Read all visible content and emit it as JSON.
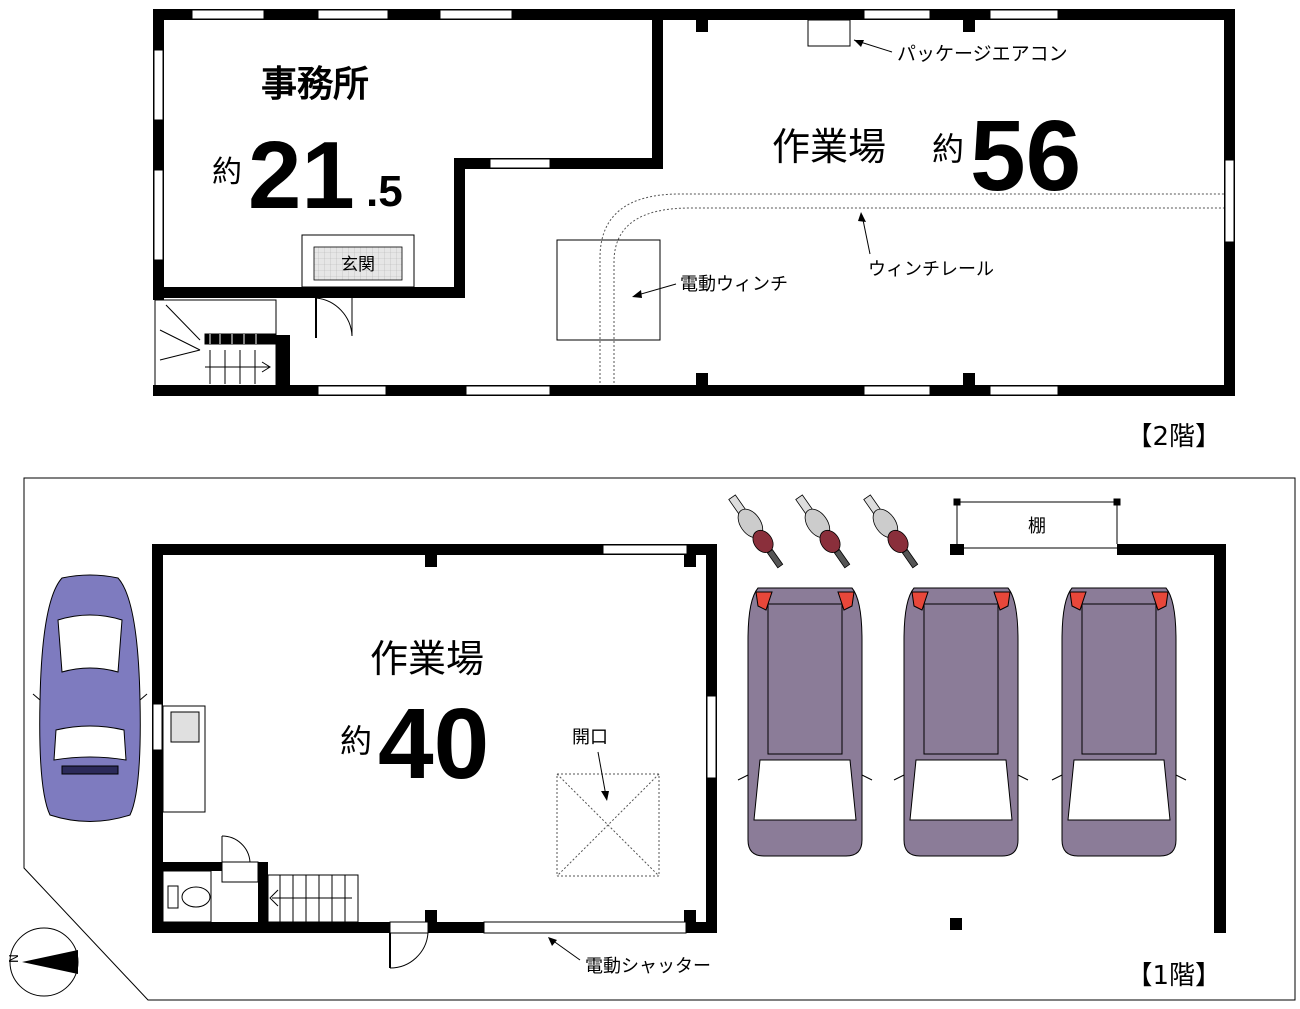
{
  "floor2": {
    "label": "【2階】",
    "office": {
      "name": "事務所",
      "prefix": "約",
      "area_int": "21",
      "area_dec": ".5"
    },
    "workshop": {
      "name": "作業場",
      "prefix": "約",
      "area": "56"
    },
    "entrance": "玄関",
    "aircon_label": "パッケージエアコン",
    "winch_label": "電動ウィンチ",
    "rail_label": "ウィンチレール"
  },
  "floor1": {
    "label": "【1階】",
    "workshop": {
      "name": "作業場",
      "prefix": "約",
      "area": "40"
    },
    "opening_label": "開口",
    "shutter_label": "電動シャッター",
    "shelf_label": "棚"
  },
  "compass": {
    "letter": "N"
  },
  "colors": {
    "wall": "#000000",
    "car_blue": "#7e7bbf",
    "car_purple": "#8b7c98",
    "tail_light": "#e8473a",
    "motorcycle": "#8a2f3b"
  }
}
